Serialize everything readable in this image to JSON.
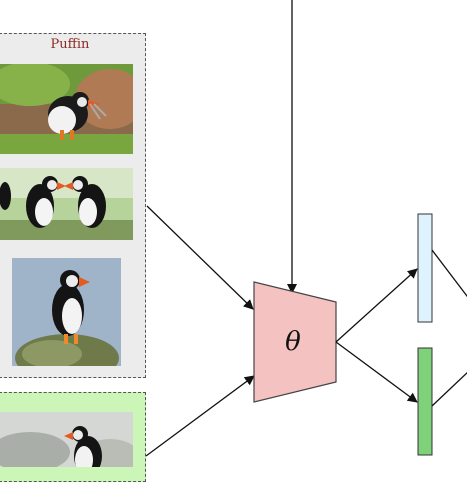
{
  "panel": {
    "title": "Puffin"
  },
  "model": {
    "parameter_symbol": "θ"
  },
  "colors": {
    "puffin_panel_bg": "#ececec",
    "title_color": "#8c2a22",
    "green_panel_bg": "#ccf5b8",
    "trapezoid_fill": "#f4c3c1",
    "blue_bar": "#dff3ff",
    "green_bar": "#7fd17a"
  },
  "icons": [
    "puffin-photo",
    "arrow"
  ]
}
